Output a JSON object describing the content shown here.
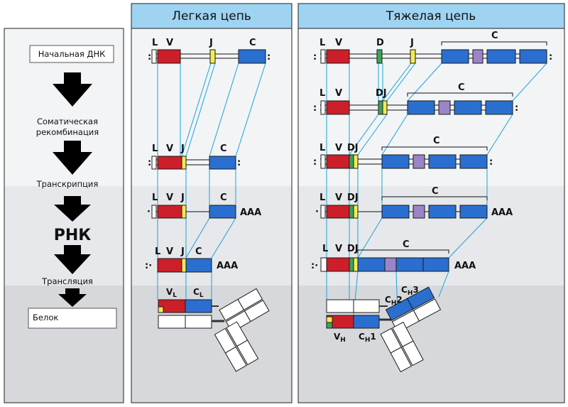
{
  "colors": {
    "header": "#9fd3f2",
    "panel_top": "#f2f4f6",
    "panel_mid": "#e6e8eb",
    "panel_bottom": "#d6d8dc",
    "v_segment": "#cc1f2a",
    "j_segment": "#f2ec52",
    "d_segment": "#3aa35c",
    "c_segment": "#2a6fd0",
    "c_hinge": "#9b84c8",
    "link_line": "#1aa3d6"
  },
  "left_flow": {
    "start_box": "Начальная ДНК",
    "step1": "Соматическая",
    "step1_line2": "рекомбинация",
    "step2": "Транскрипция",
    "step3": "РНК",
    "step4": "Трансляция",
    "end_box": "Белок"
  },
  "light_chain": {
    "title": "Легкая цепь",
    "label_L": "L",
    "label_V": "V",
    "label_J": "J",
    "label_C": "C",
    "polyA": "AAA",
    "label_VL": "V",
    "label_VL_sub": "L",
    "label_CL": "C",
    "label_CL_sub": "L"
  },
  "heavy_chain": {
    "title": "Тяжелая цепь",
    "label_L": "L",
    "label_V": "V",
    "label_D": "D",
    "label_J": "J",
    "label_DJ": "DJ",
    "label_C": "C",
    "polyA": "AAA",
    "label_VH": "V",
    "label_VH_sub": "H",
    "label_CH1": "C",
    "label_CH1_sub": "H",
    "label_CH1_num": "1",
    "label_CH2": "C",
    "label_CH2_sub": "H",
    "label_CH2_num": "2",
    "label_CH3": "C",
    "label_CH3_sub": "H",
    "label_CH3_num": "3"
  }
}
